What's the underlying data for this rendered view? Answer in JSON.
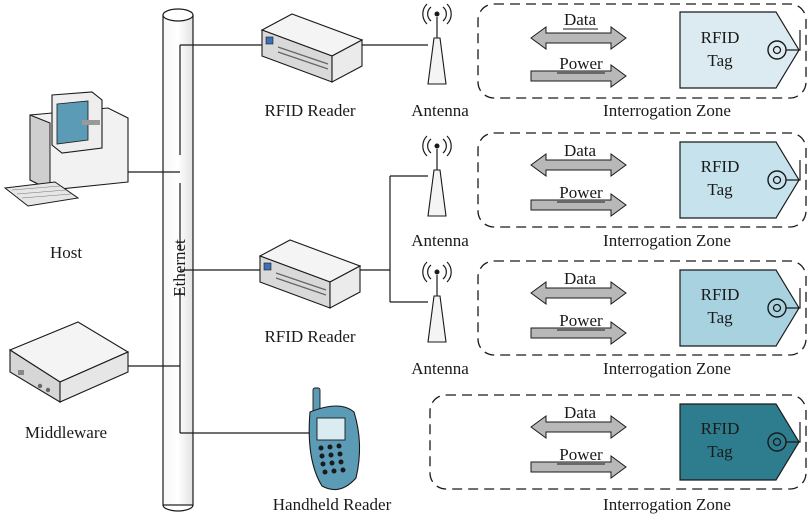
{
  "labels": {
    "host": "Host",
    "middleware": "Middleware",
    "ethernet": "Ethernet",
    "rfid_reader": "RFID Reader",
    "handheld_reader": "Handheld Reader",
    "antenna": "Antenna",
    "interrogation_zone": "Interrogation Zone",
    "data": "Data",
    "power": "Power",
    "tag_line1": "RFID",
    "tag_line2": "Tag"
  },
  "zones": [
    {
      "tag_fill": "#dcebf1"
    },
    {
      "tag_fill": "#c6e2ec"
    },
    {
      "tag_fill": "#a9d2e0"
    },
    {
      "tag_fill": "#2e7d8e"
    }
  ],
  "colors": {
    "line": "#1a1a1a",
    "arrow_fill": "#b8b8b8",
    "device_light": "#f4f4f4",
    "device_dark": "#d6d6d6",
    "screen": "#5b9bb5"
  }
}
